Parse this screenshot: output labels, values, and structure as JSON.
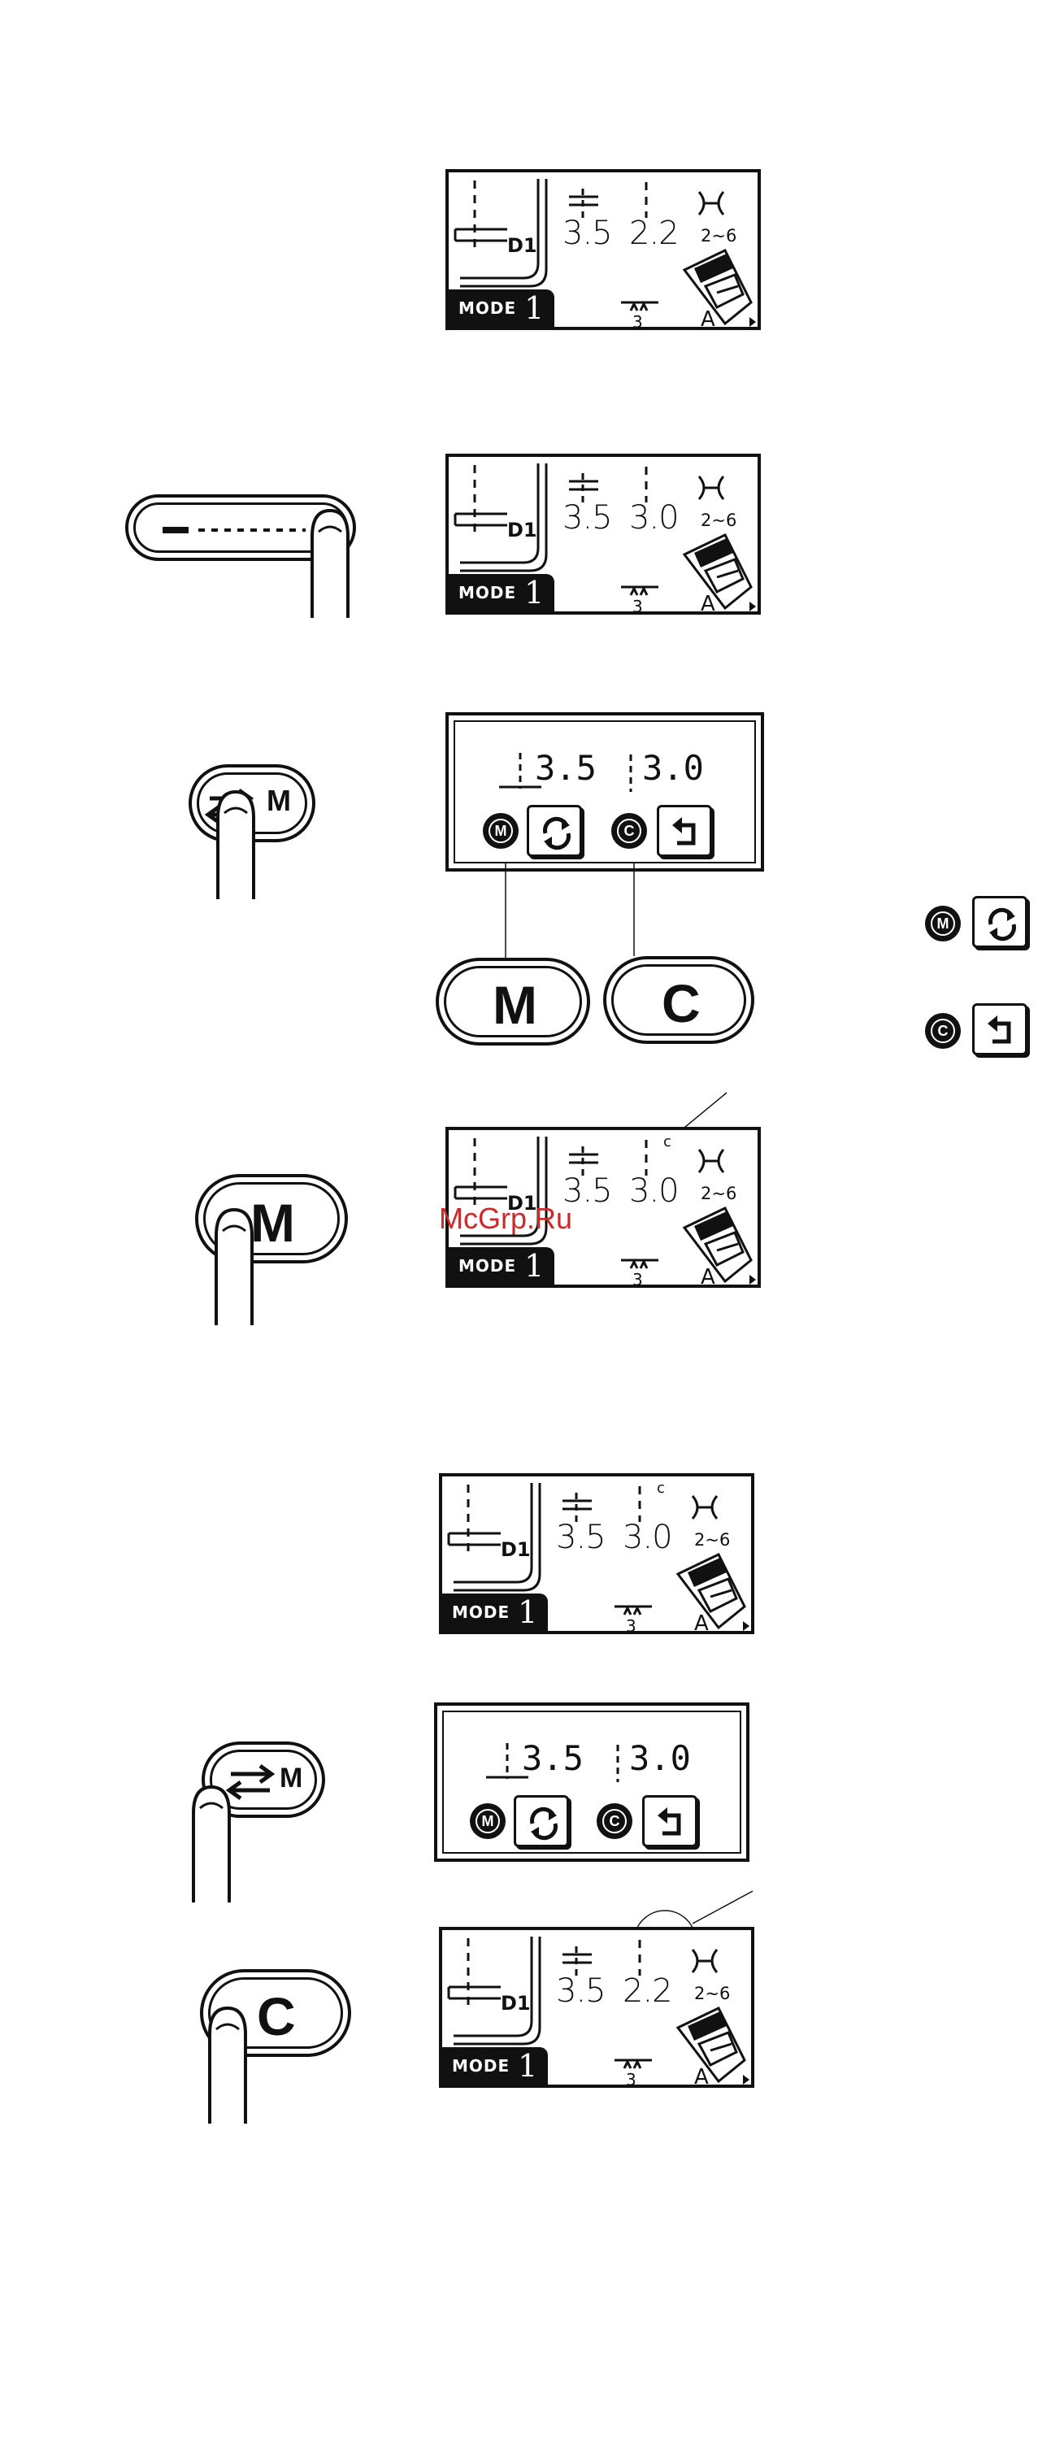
{
  "screens": [
    {
      "width_value": "3.5",
      "length_value": "2.2",
      "d1": "D1",
      "range": "2~6",
      "mode_word": "MODE",
      "mode_num": "1",
      "small_num": "3",
      "letter": "A",
      "c_mark": ""
    },
    {
      "width_value": "3.5",
      "length_value": "3.0",
      "d1": "D1",
      "range": "2~6",
      "mode_word": "MODE",
      "mode_num": "1",
      "small_num": "3",
      "letter": "A",
      "c_mark": ""
    },
    {
      "width_value": "3.5",
      "length_value": "3.0",
      "d1": "D1",
      "range": "2~6",
      "mode_word": "MODE",
      "mode_num": "1",
      "small_num": "3",
      "letter": "A",
      "c_mark": "c"
    },
    {
      "width_value": "3.5",
      "length_value": "3.0",
      "d1": "D1",
      "range": "2~6",
      "mode_word": "MODE",
      "mode_num": "1",
      "small_num": "3",
      "letter": "A",
      "c_mark": "c"
    },
    {
      "width_value": "3.5",
      "length_value": "2.2",
      "d1": "D1",
      "range": "2~6",
      "mode_word": "MODE",
      "mode_num": "1",
      "small_num": "3",
      "letter": "A",
      "c_mark": ""
    }
  ],
  "memory_dialogs": [
    {
      "width_value": "3.5",
      "length_value": "3.0",
      "m_letter": "M",
      "c_letter": "C"
    },
    {
      "width_value": "3.5",
      "length_value": "3.0",
      "m_letter": "M",
      "c_letter": "C"
    }
  ],
  "buttons": {
    "m_label": "M",
    "c_label": "C",
    "mem_key_label": "M",
    "m_press_label": "M",
    "c_press_label": "C"
  },
  "legend": {
    "m_letter": "M",
    "c_letter": "C"
  },
  "watermark": "McGrp.Ru"
}
